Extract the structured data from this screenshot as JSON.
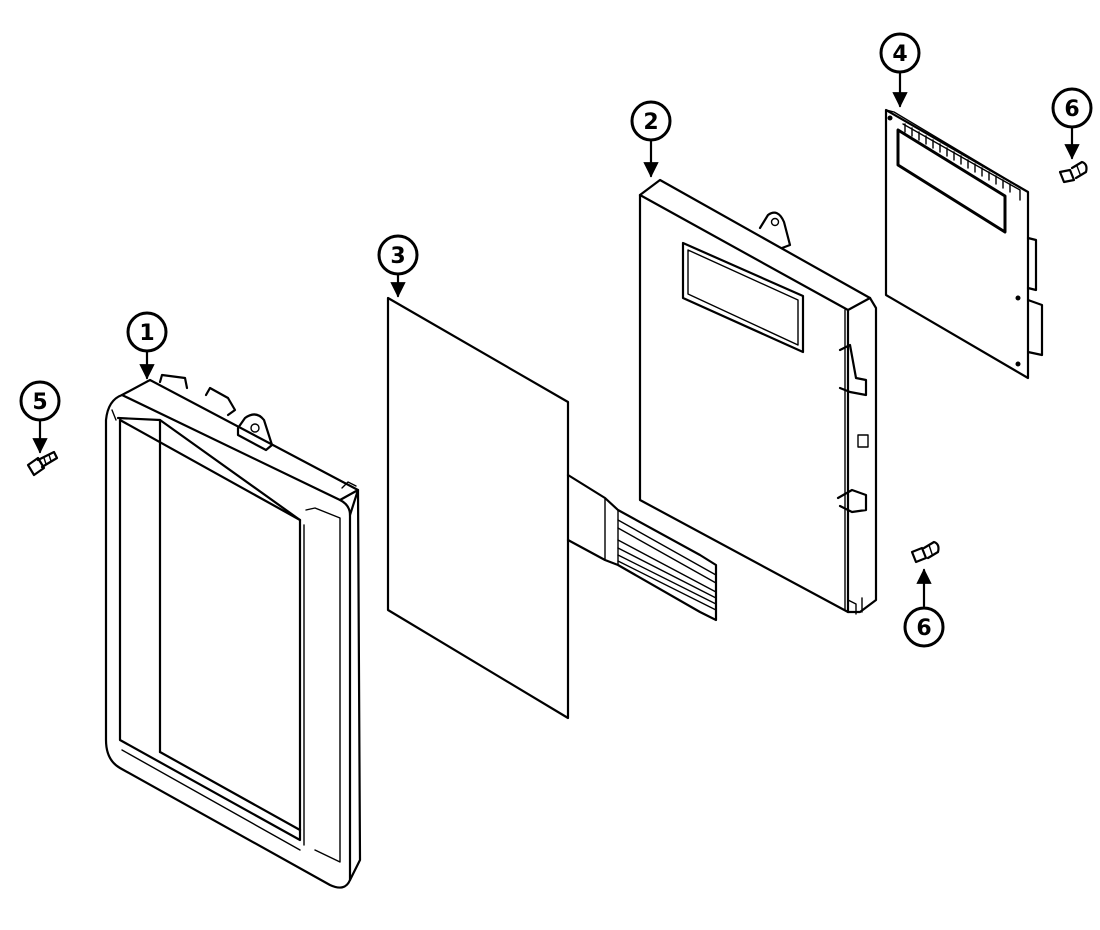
{
  "diagram": {
    "callouts": [
      {
        "id": "c1",
        "label": "1"
      },
      {
        "id": "c2",
        "label": "2"
      },
      {
        "id": "c3",
        "label": "3"
      },
      {
        "id": "c4",
        "label": "4"
      },
      {
        "id": "c5",
        "label": "5"
      },
      {
        "id": "c6a",
        "label": "6"
      },
      {
        "id": "c6b",
        "label": "6"
      }
    ]
  }
}
